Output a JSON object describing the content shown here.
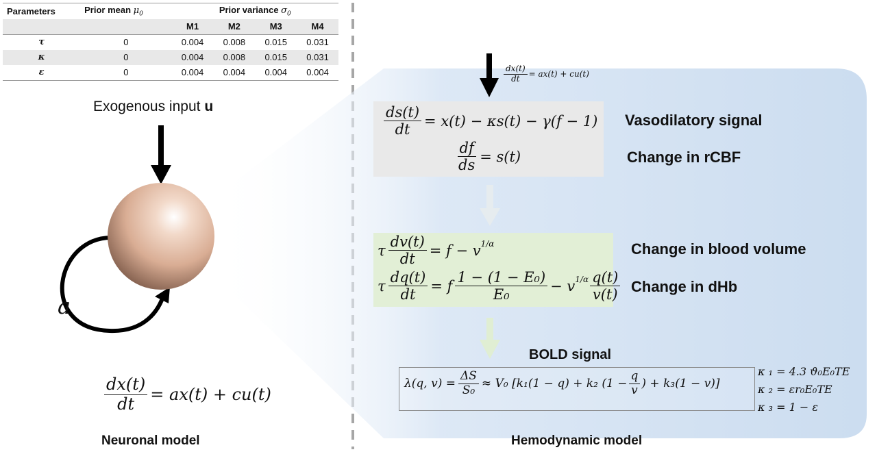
{
  "table": {
    "header": {
      "parameters": "Parameters",
      "prior_mean": "Prior mean",
      "prior_mean_symbol": "μ",
      "prior_mean_sub": "0",
      "prior_variance": "Prior variance",
      "prior_variance_symbol": "σ",
      "prior_variance_sub": "0"
    },
    "models": [
      "M1",
      "M2",
      "M3",
      "M4"
    ],
    "rows": [
      {
        "param": "τ",
        "mean": "0",
        "values": [
          "0.004",
          "0.008",
          "0.015",
          "0.031"
        ]
      },
      {
        "param": "κ",
        "mean": "0",
        "values": [
          "0.004",
          "0.008",
          "0.015",
          "0.031"
        ]
      },
      {
        "param": "ε",
        "mean": "0",
        "values": [
          "0.004",
          "0.004",
          "0.004",
          "0.004"
        ]
      }
    ]
  },
  "neuronal": {
    "input_label": "Exogenous input",
    "input_symbol": "u",
    "loop_label": "a",
    "eq_num": "dx(t)",
    "eq_den": "dt",
    "eq_rhs": "= ax(t) + cu(t)",
    "caption": "Neuronal model"
  },
  "hemodynamic": {
    "top_eq_num": "dx(t)",
    "top_eq_den": "dt",
    "top_eq_rhs": "= ax(t) + cu(t)",
    "vaso_num": "ds(t)",
    "vaso_den": "dt",
    "vaso_rhs": "= x(t) − κs(t) − γ(f − 1)",
    "rcbf_num": "df",
    "rcbf_den": "ds",
    "rcbf_rhs": "= s(t)",
    "vaso_label": "Vasodilatory signal",
    "rcbf_label": "Change in rCBF",
    "vol_prefix": "τ",
    "vol_num": "dv(t)",
    "vol_den": "dt",
    "vol_rhs": "= f −  v",
    "vol_exp": "1/α",
    "dhb_prefix": "τ",
    "dhb_num": "dq(t)",
    "dhb_den": "dt",
    "dhb_mid": "= f",
    "dhb_frac_num": "1 − (1 − E₀)",
    "dhb_frac_den": "E₀",
    "dhb_minus": "−  v",
    "dhb_exp": "1/α",
    "dhb_q_num": "q(t)",
    "dhb_q_den": "v(t)",
    "vol_label": "Change in blood volume",
    "dhb_label": "Change in dHb",
    "bold_title": "BOLD signal",
    "bold_lhs": "λ(q, v) =",
    "bold_frac_num": "ΔS",
    "bold_frac_den": "S₀",
    "bold_rhs_a": "≈ V₀ [k₁(1 − q) + k₂ (1 −",
    "bold_q_num": "q",
    "bold_q_den": "v",
    "bold_rhs_b": ") + k₃(1 − v)]",
    "k1": "κ ₁ = 4.3 ϑ₀E₀TE",
    "k2": "κ ₂ = εr₀E₀TE",
    "k3": "κ ₃ = 1 − ε",
    "caption": "Hemodynamic model"
  },
  "colors": {
    "sphere": "#e2bba5",
    "vaso_box": "#e9e9e9",
    "green_box": "#e2efd6",
    "blue_bg": "#cfdff1"
  }
}
